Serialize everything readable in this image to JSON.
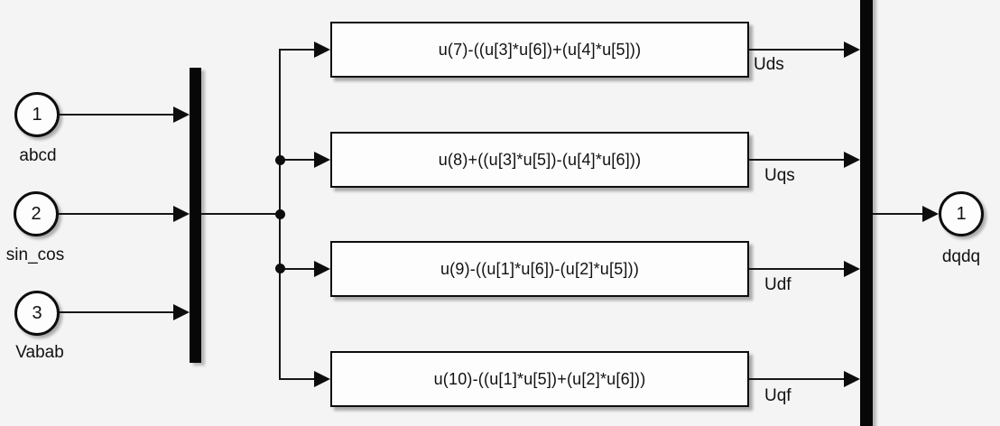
{
  "diagram": {
    "type": "simulink-block-diagram",
    "colors": {
      "background": "#f4f4f4",
      "line": "#161616",
      "block_fill": "#fdfdfd",
      "block_border": "#0d0d0d"
    },
    "inports": [
      {
        "number": "1",
        "label": "abcd"
      },
      {
        "number": "2",
        "label": "sin_cos"
      },
      {
        "number": "3",
        "label": "Vabab"
      }
    ],
    "mux": {
      "input_mux_name": "input-mux",
      "output_mux_name": "output-mux"
    },
    "fcn_blocks": [
      {
        "expression": "u(7)-((u[3]*u[6])+(u[4]*u[5]))",
        "signal_label": "Uds"
      },
      {
        "expression": "u(8)+((u[3]*u[5])-(u[4]*u[6]))",
        "signal_label": "Uqs"
      },
      {
        "expression": "u(9)-((u[1]*u[6])-(u[2]*u[5]))",
        "signal_label": "Udf"
      },
      {
        "expression": "u(10)-((u[1]*u[5])+(u[2]*u[6]))",
        "signal_label": "Uqf"
      }
    ],
    "outport": {
      "number": "1",
      "label": "dqdq"
    }
  }
}
